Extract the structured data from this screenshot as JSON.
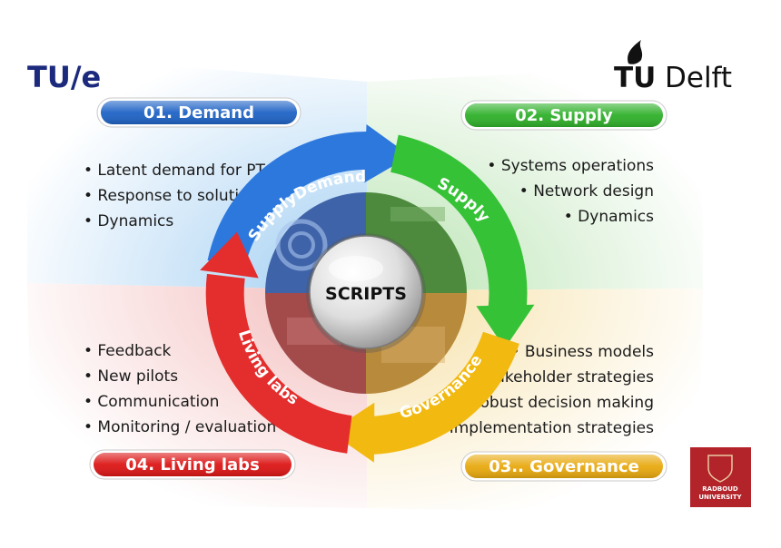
{
  "logos": {
    "left": "TU/e",
    "right_prefix": "TU",
    "right_suffix": "Delft",
    "seal_line1": "RADBOUD",
    "seal_line2": "UNIVERSITY"
  },
  "center_label": "SCRIPTS",
  "quadrants": [
    {
      "title": "01. Demand",
      "color": "#1f63c6",
      "bullets": [
        "• Latent demand for PT services",
        "• Response to solutions",
        "• Dynamics"
      ]
    },
    {
      "title": "02. Supply",
      "color": "#2fb02a",
      "bullets": [
        "• Systems operations",
        "• Network design",
        "• Dynamics"
      ]
    },
    {
      "title": "03.. Governance",
      "color": "#e8a90f",
      "bullets": [
        "• Business models",
        "• Stakeholder strategies",
        "• Robust decision making",
        "• Implementation strategies"
      ]
    },
    {
      "title": "04. Living labs",
      "color": "#dd1616",
      "bullets": [
        "• Feedback",
        "• New pilots",
        "• Communication",
        "• Monitoring / evaluation"
      ]
    }
  ],
  "cycle": {
    "segments": [
      {
        "label": "SupplyDemand",
        "color": "#2d78dd"
      },
      {
        "label": "Supply",
        "color": "#36c236"
      },
      {
        "label": "Governance",
        "color": "#f2b911"
      },
      {
        "label": "Living labs",
        "color": "#e42d2d"
      }
    ]
  }
}
